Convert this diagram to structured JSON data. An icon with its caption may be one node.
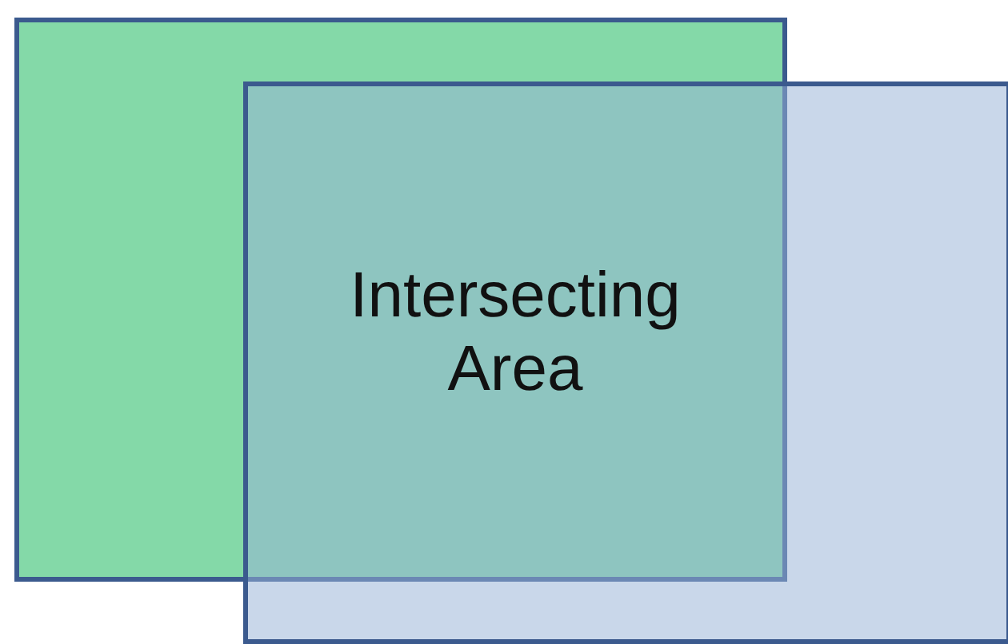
{
  "diagram": {
    "nodes": [
      {
        "text": [],
        "shape": "box"
      },
      {
        "text": [],
        "shape": "box"
      },
      {
        "text": [
          "Intersecting Area"
        ]
      }
    ],
    "edges": []
  }
}
